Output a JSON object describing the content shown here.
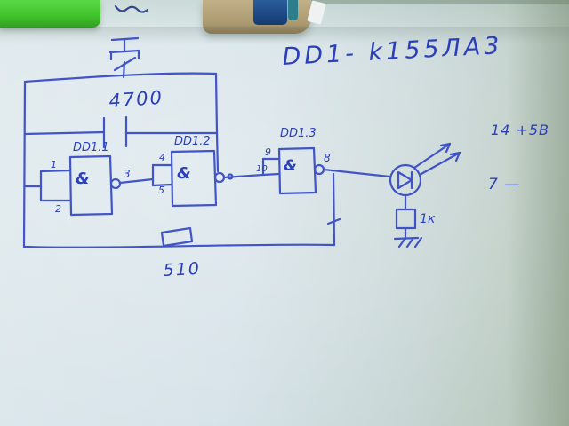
{
  "photo": {
    "ink_color": "#2c40c2"
  },
  "title": "DD1- k155ЛА3",
  "schematic": {
    "capacitor_value": "4700",
    "feedback_resistor": "510",
    "led_resistor": "1к",
    "gates": [
      {
        "label": "DD1.1",
        "symbol": "&",
        "pin_in1": "1",
        "pin_in2": "2",
        "pin_out": "3"
      },
      {
        "label": "DD1.2",
        "symbol": "&",
        "pin_in1": "4",
        "pin_in2": "5",
        "pin_out": ""
      },
      {
        "label": "DD1.3",
        "symbol": "&",
        "pin_in1": "9",
        "pin_in2": "10",
        "pin_out": "8"
      }
    ],
    "notes": {
      "power": "14 +5B",
      "ground": "7 —"
    }
  }
}
